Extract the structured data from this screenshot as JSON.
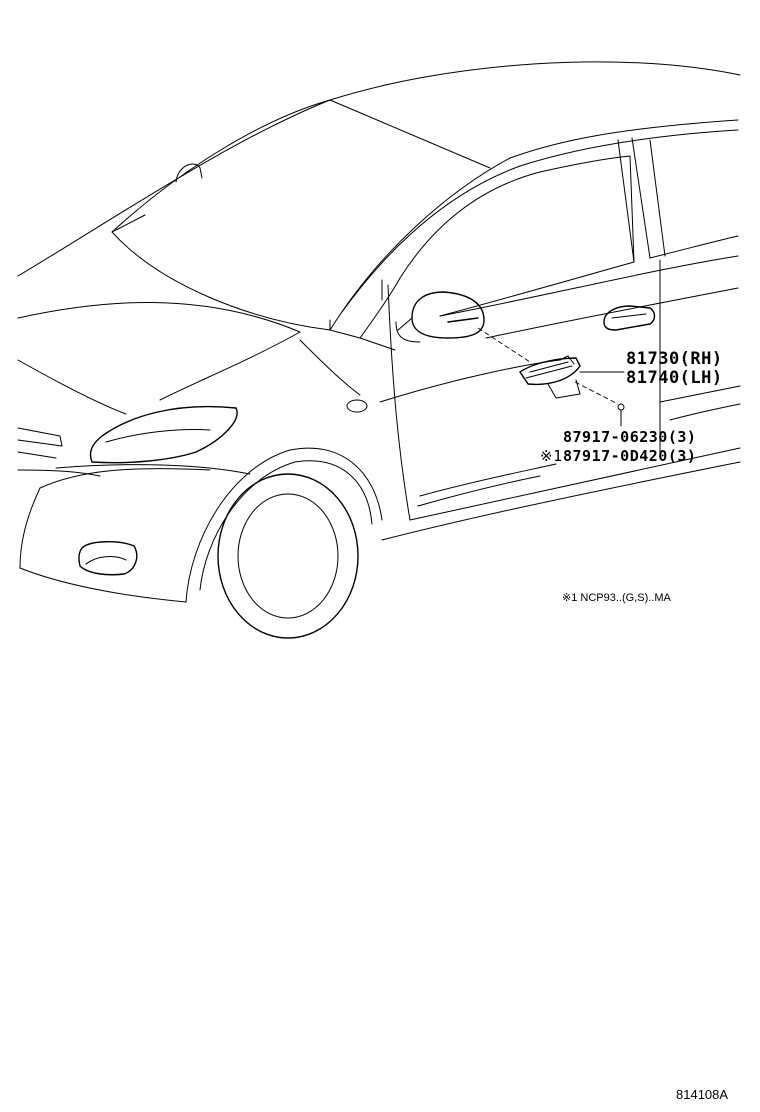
{
  "parts": {
    "side_turn_lamp_rh": "81730(RH)",
    "side_turn_lamp_lh": "81740(LH)",
    "screw_std": "87917-06230(3)",
    "screw_alt_mark": "※1",
    "screw_alt": "87917-0D420(3)"
  },
  "footnote": "※1 NCP93..(G,S)..MA",
  "illustration_code": "814108A"
}
